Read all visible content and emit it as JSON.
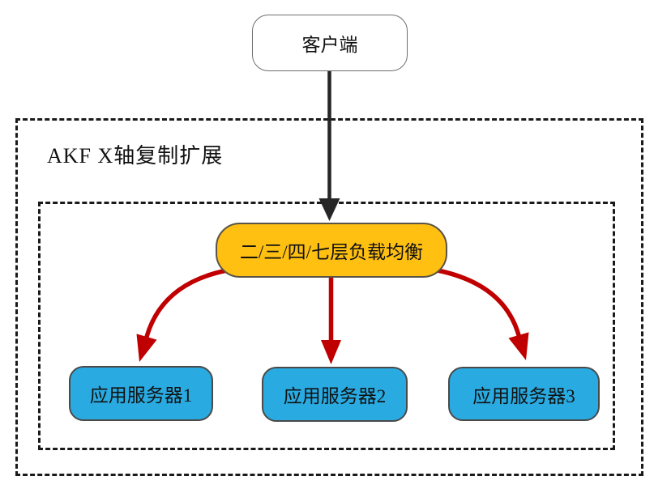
{
  "diagram": {
    "group_label": "AKF X轴复制扩展",
    "client": {
      "label": "客户端"
    },
    "load_balancer": {
      "label": "二/三/四/七层负载均衡"
    },
    "servers": [
      {
        "label": "应用服务器1"
      },
      {
        "label": "应用服务器2"
      },
      {
        "label": "应用服务器3"
      }
    ],
    "colors": {
      "load_balancer_fill": "#ffc012",
      "server_fill": "#29abe2",
      "flow_arrow_red": "#c00000",
      "client_arrow_black": "#262626",
      "dashed_border": "#1a1a1a"
    }
  }
}
